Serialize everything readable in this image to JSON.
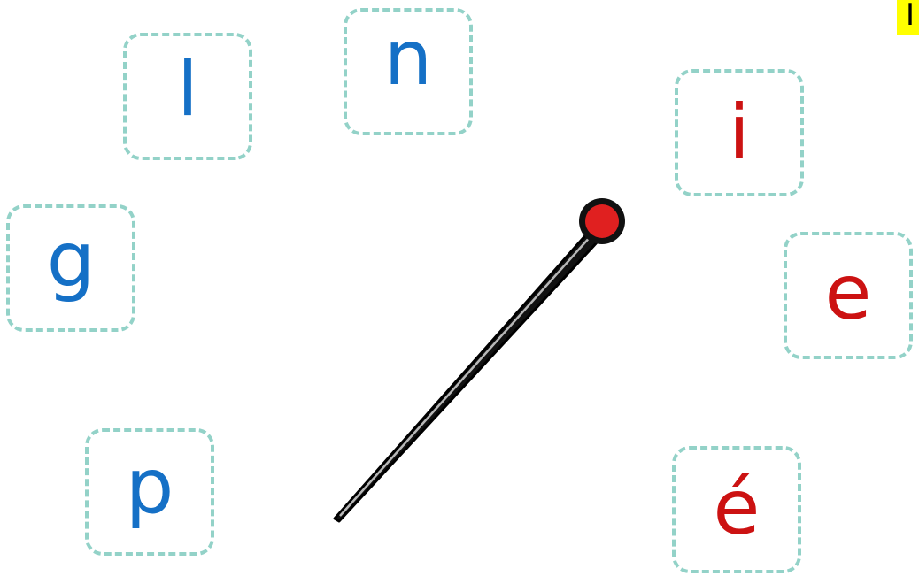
{
  "corner_label": "I",
  "colors": {
    "consonant": "#1570c6",
    "vowel": "#cc1212",
    "tile_border": "#93d2c8",
    "needle_head": "#e02020",
    "label_highlight": "#ffff00"
  },
  "wheel": {
    "letters": [
      {
        "id": "l",
        "char": "l",
        "group": "consonant"
      },
      {
        "id": "n",
        "char": "n",
        "group": "consonant"
      },
      {
        "id": "i",
        "char": "i",
        "group": "vowel"
      },
      {
        "id": "g",
        "char": "g",
        "group": "consonant"
      },
      {
        "id": "e",
        "char": "e",
        "group": "vowel"
      },
      {
        "id": "p",
        "char": "p",
        "group": "consonant"
      },
      {
        "id": "e_acute",
        "char": "é",
        "group": "vowel"
      }
    ],
    "pointer": {
      "icon": "spinner-needle-icon"
    }
  }
}
